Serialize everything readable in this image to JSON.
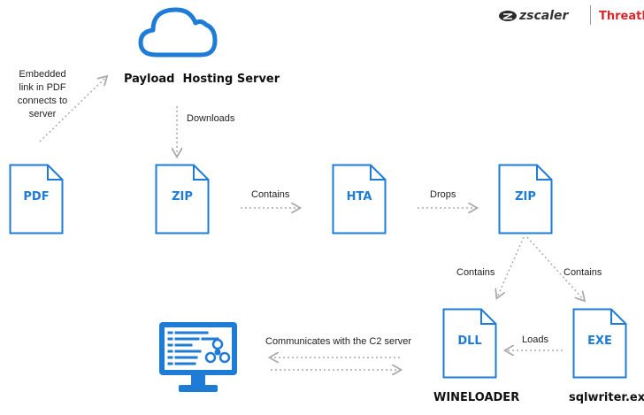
{
  "brand": {
    "zscaler": "zscaler",
    "threatlabz": "ThreatLabz"
  },
  "server_label": "Payload  Hosting Server",
  "labels": {
    "embedded": [
      "Embedded",
      "link in PDF",
      "connects to",
      "server"
    ],
    "downloads": "Downloads",
    "contains_1": "Contains",
    "drops": "Drops",
    "contains_2": "Contains",
    "contains_3": "Contains",
    "loads": "Loads",
    "c2": "Communicates with the C2 server"
  },
  "files": {
    "pdf": "PDF",
    "zip1": "ZIP",
    "hta": "HTA",
    "zip2": "ZIP",
    "dll": "DLL",
    "exe": "EXE"
  },
  "captions": {
    "wineloader": "WINELOADER",
    "sqlwriter": "sqlwriter.exe"
  },
  "colors": {
    "accent": "#1e7bd6",
    "arrow": "#aaaaaa",
    "threatlabz": "#d9262b"
  }
}
